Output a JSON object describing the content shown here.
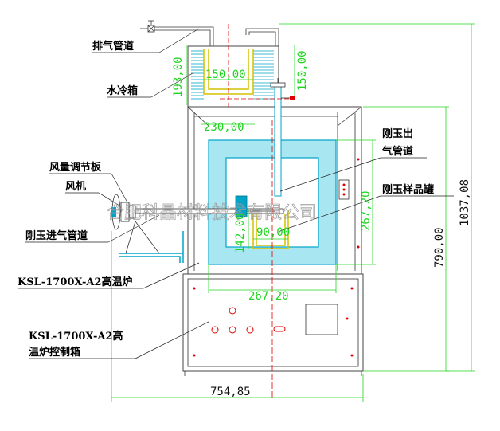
{
  "labels": {
    "exhaust_pipe": "排气管道",
    "water_cooling_box": "水冷箱",
    "airflow_regulator": "风量调节板",
    "fan": "风机",
    "corundum_inlet_pipe": "刚玉进气管道",
    "furnace": "KSL-1700X-A2高温炉",
    "control_box_line1": "KSL-1700X-A2高",
    "control_box_line2": "温炉控制箱",
    "corundum_outlet_line1": "刚玉出",
    "corundum_outlet_line2": "气管道",
    "corundum_sample_tank": "刚玉样品罐"
  },
  "dimensions": {
    "water_box_height": "193,00",
    "water_box_width": "150,00",
    "water_box_right": "150,00",
    "furnace_top_width": "230,00",
    "chamber_height": "267,20",
    "tank_width": "90,00",
    "tank_height": "142,00",
    "chamber_width": "267,20",
    "total_width": "754,85",
    "body_height": "790,00",
    "total_height": "1037,08"
  },
  "watermark": "合肥科晶材料技术有限公司",
  "colors": {
    "dimension": "#1fd41f",
    "insulation": "#a8e6f2",
    "outline": "#00a3c8",
    "sample": "#d4c200",
    "centerline": "#e00000"
  }
}
